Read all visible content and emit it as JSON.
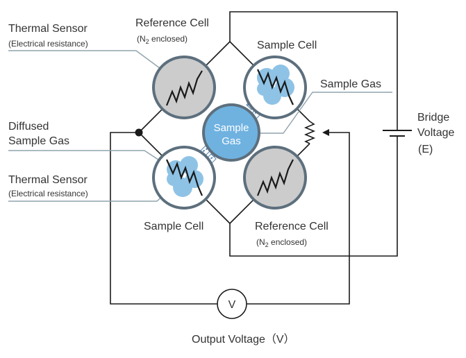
{
  "labels": {
    "thermal_sensor_top": "Thermal Sensor",
    "thermal_sensor_top_sub": "(Electrical resistance)",
    "reference_cell_top": "Reference Cell",
    "reference_cell_top_sub_pre": "(N",
    "reference_cell_top_sub_2": "2",
    "reference_cell_top_sub_post": " enclosed)",
    "sample_cell_top": "Sample Cell",
    "sample_gas": "Sample Gas",
    "center_gas_line1": "Sample",
    "center_gas_line2": "Gas",
    "diffused_line1": "Diffused",
    "diffused_line2": "Sample Gas",
    "thermal_sensor_bottom": "Thermal Sensor",
    "thermal_sensor_bottom_sub": "(Electrical resistance)",
    "sample_cell_bottom": "Sample Cell",
    "reference_cell_bottom": "Reference Cell",
    "reference_cell_bottom_sub_pre": "(N",
    "reference_cell_bottom_sub_2": "2",
    "reference_cell_bottom_sub_post": " enclosed)",
    "bridge_line1": "Bridge",
    "bridge_line2": "Voltage",
    "bridge_line3": "(E)",
    "voltmeter_symbol": "V",
    "output_voltage": "Output Voltage（V）"
  },
  "colors": {
    "reference_cell_fill": "#cccccc",
    "cell_ring": "#5d6f7d",
    "gas_blue": "#8ec3e6",
    "center_gas_fill": "#6fb2e0",
    "wire": "#1a1a1a",
    "leader": "#8fa3ad"
  }
}
